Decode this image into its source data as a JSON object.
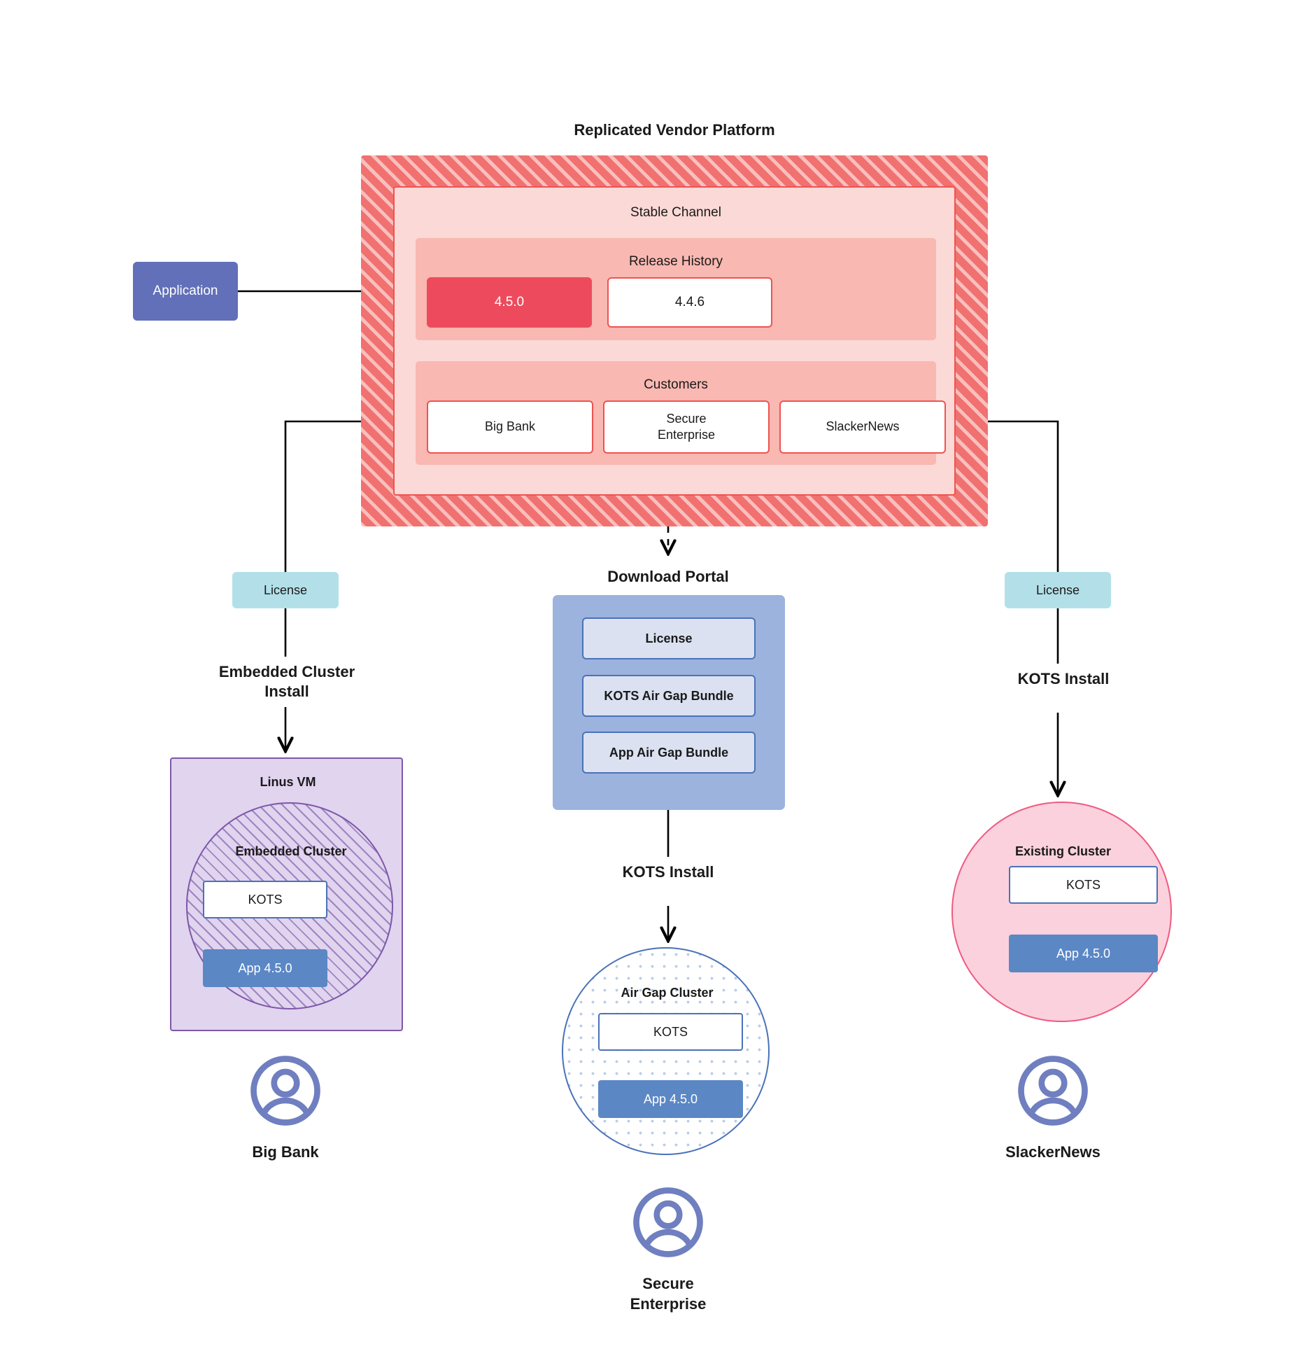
{
  "platform": {
    "title": "Replicated Vendor Platform",
    "channel_title": "Stable Channel",
    "release_history": {
      "title": "Release History",
      "releases": [
        {
          "version": "4.5.0",
          "state": "current"
        },
        {
          "version": "4.4.6",
          "state": "past"
        }
      ]
    },
    "customers": {
      "title": "Customers",
      "items": [
        {
          "name": "Big Bank"
        },
        {
          "name": "Secure\nEnterprise"
        },
        {
          "name": "SlackerNews"
        }
      ]
    }
  },
  "application_node": {
    "label": "Application"
  },
  "licenses": {
    "left_label": "License",
    "right_label": "License"
  },
  "download_portal": {
    "title": "Download  Portal",
    "items": [
      {
        "label": "License"
      },
      {
        "label": "KOTS Air Gap Bundle"
      },
      {
        "label": "App Air Gap Bundle"
      }
    ]
  },
  "edges": {
    "embedded_cluster_install": "Embedded Cluster\nInstall",
    "kots_install_right": "KOTS Install",
    "kots_install_center": "KOTS Install"
  },
  "left_branch": {
    "vm_title": "Linus VM",
    "cluster_title": "Embedded Cluster",
    "kots_label": "KOTS",
    "app_label": "App 4.5.0",
    "user_name": "Big Bank"
  },
  "center_branch": {
    "cluster_title": "Air Gap Cluster",
    "kots_label": "KOTS",
    "app_label": "App 4.5.0",
    "user_name": "Secure\nEnterprise"
  },
  "right_branch": {
    "cluster_title": "Existing Cluster",
    "kots_label": "KOTS",
    "app_label": "App 4.5.0",
    "user_name": "SlackerNews"
  },
  "colors": {
    "platform_hatch": "#f0716f",
    "channel_bg": "#fbd9d6",
    "section_bg": "#f9b8b2",
    "release_current": "#ed4b5d",
    "red_border": "#ef5350",
    "application": "#6170b8",
    "license_chip": "#b3e0e8",
    "portal_panel": "#9cb3de",
    "portal_item": "#dbe1f1",
    "blue_border": "#4a72b8",
    "app_box": "#5b87c5",
    "vm_bg": "#e0d4ef",
    "vm_border": "#7e57a8",
    "existing_cluster_bg": "#fad1dc",
    "existing_cluster_border": "#ef5a82",
    "avatar": "#6f7fc0"
  }
}
